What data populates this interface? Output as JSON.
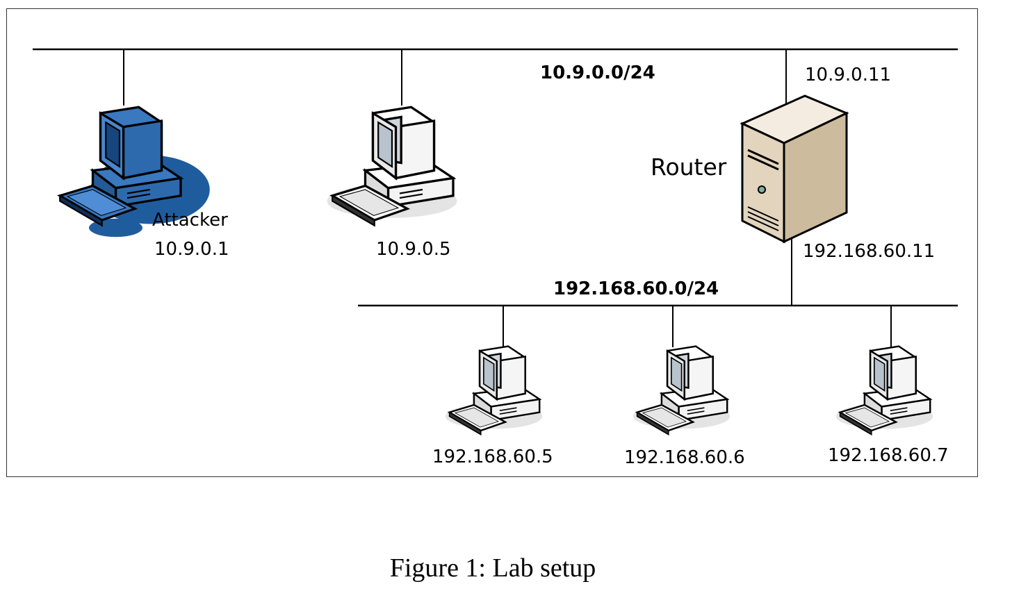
{
  "networks": {
    "top": {
      "label": "10.9.0.0/24"
    },
    "bottom": {
      "label": "192.168.60.0/24"
    }
  },
  "hosts": {
    "attacker": {
      "name": "Attacker",
      "ip": "10.9.0.1",
      "color": "#1f5c9e"
    },
    "host1": {
      "ip": "10.9.0.5"
    },
    "router": {
      "name": "Router",
      "ip_top": "10.9.0.11",
      "ip_bottom": "192.168.60.11",
      "color": "#e8dcc6"
    },
    "lan1": {
      "ip": "192.168.60.5"
    },
    "lan2": {
      "ip": "192.168.60.6"
    },
    "lan3": {
      "ip": "192.168.60.7"
    }
  },
  "caption": "Figure 1: Lab setup"
}
